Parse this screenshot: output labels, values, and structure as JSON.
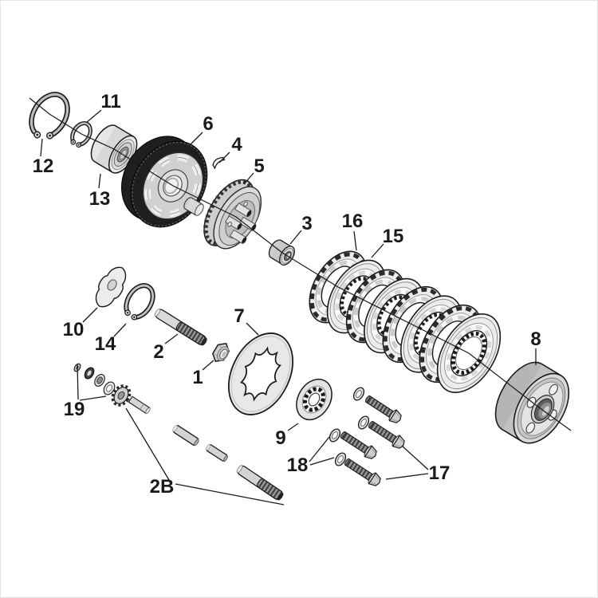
{
  "page": {
    "background": "#ffffff",
    "ink": "#1a1a1a",
    "metal_light": "#ececec",
    "metal_mid": "#cfcfcf",
    "metal_dark": "#bdbdbd",
    "rim_dark": "#1f1f1f"
  },
  "diagram": {
    "type": "exploded-parts-diagram",
    "callouts": {
      "1": {
        "label": "1"
      },
      "2": {
        "label": "2"
      },
      "2B": {
        "label": "2B"
      },
      "3": {
        "label": "3"
      },
      "4": {
        "label": "4"
      },
      "5": {
        "label": "5"
      },
      "6": {
        "label": "6"
      },
      "7": {
        "label": "7"
      },
      "8": {
        "label": "8"
      },
      "9": {
        "label": "9"
      },
      "10": {
        "label": "10"
      },
      "11": {
        "label": "11"
      },
      "12": {
        "label": "12"
      },
      "13": {
        "label": "13"
      },
      "14": {
        "label": "14"
      },
      "15": {
        "label": "15"
      },
      "16": {
        "label": "16"
      },
      "17": {
        "label": "17"
      },
      "18": {
        "label": "18"
      },
      "19": {
        "label": "19"
      }
    }
  }
}
